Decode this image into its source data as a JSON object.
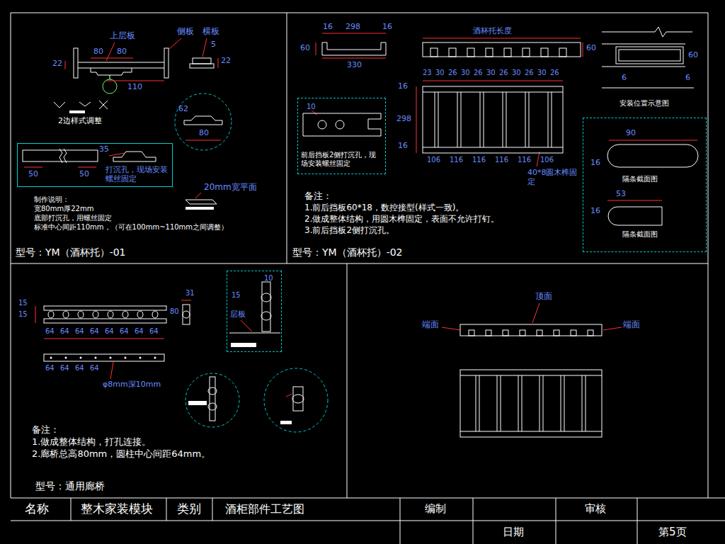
{
  "diagram": {
    "nodes": [
      {
        "text": [
          "打沉孔，现场安装螺丝固定"
        ]
      },
      {
        "text": [
          "10",
          "前后挡板2侧打沉孔，现场安装螺丝固定"
        ]
      },
      {
        "text": [
          "90",
          "16",
          "隔条截面图",
          "53",
          "16",
          "隔条截面图"
        ]
      },
      {
        "text": [
          "10",
          "15",
          "层板"
        ]
      }
    ],
    "labels": [
      "上层板",
      "侧板",
      "横板",
      "22",
      "80",
      "80",
      "110",
      "5",
      "22",
      "62",
      "80",
      "2边样式调整",
      "50",
      "50",
      "35",
      "20mm宽平面",
      "制作说明：",
      "宽80mm厚22mm",
      "底部打沉孔，用螺丝固定",
      "标准中心间距110mm，（可在100mm~110mm之间调整）",
      "型号：YM（酒杯托）-01",
      "16",
      "298",
      "16",
      "60",
      "330",
      "酒杯托长度",
      "60",
      "23",
      "30",
      "26",
      "30",
      "26",
      "30",
      "26",
      "30",
      "26",
      "30",
      "26",
      "16",
      "298",
      "16",
      "106",
      "116",
      "116",
      "116",
      "116",
      "106",
      "40*8圆木榫固定",
      "60",
      "6",
      "6",
      "安装位置示意图",
      "备注：",
      "1.前后挡板60*18，数控接型(样式一致)。",
      "2.做成整体结构，用圆木榫固定，表面不允许打钉。",
      "3.前后挡板2侧打沉孔。",
      "型号：YM（酒杯托）-02",
      "15",
      "15",
      "64",
      "64",
      "64",
      "64",
      "64",
      "64",
      "64",
      "64",
      "80",
      "31",
      "64",
      "64",
      "64",
      "64",
      "φ8mm深10mm",
      "备注：",
      "1.做成整体结构，打孔连接。",
      "2.廊桥总高80mm，圆柱中心间距64mm。",
      "型号：通用廊桥",
      "顶面",
      "端面",
      "端面",
      "名称",
      "整木家装模块",
      "类别",
      "酒柜部件工艺图",
      "编制",
      "审核",
      "日期",
      "第5页"
    ]
  }
}
